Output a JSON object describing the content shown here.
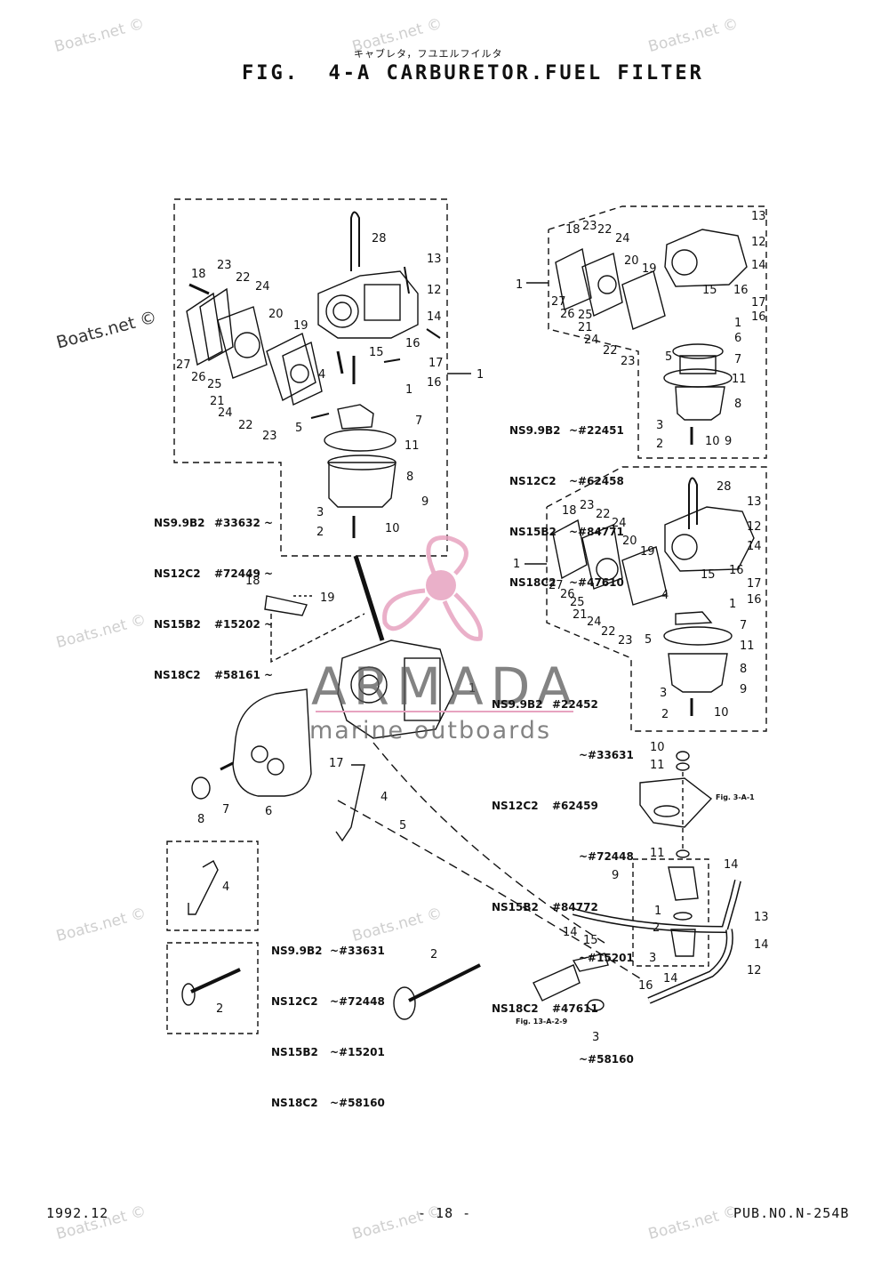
{
  "header": {
    "japanese_title": "キャブレタ，フユエルフイルタ",
    "figure_title": "FIG.  4-A CARBURETOR.FUEL FILTER"
  },
  "watermarks": {
    "text": "Boats.net ©"
  },
  "brand_overlay": {
    "name": "ARMADA",
    "tagline": "marine outboards",
    "logo_color": "#e7a3c0"
  },
  "serial_blocks": {
    "left_middle": [
      {
        "model": "NS9.9B2",
        "serial": "#33632 ~"
      },
      {
        "model": "NS12C2",
        "serial": "#72449 ~"
      },
      {
        "model": "NS15B2",
        "serial": "#15202 ~"
      },
      {
        "model": "NS18C2",
        "serial": "#58161 ~"
      }
    ],
    "right_top": [
      {
        "model": "NS9.9B2",
        "serial": "~#22451"
      },
      {
        "model": "NS12C2",
        "serial": "~#62458"
      },
      {
        "model": "NS15B2",
        "serial": "~#84771"
      },
      {
        "model": "NS18C2",
        "serial": "~#47610"
      }
    ],
    "right_middle": [
      {
        "model": "NS9.9B2",
        "serial": "#22452",
        "serial2": "~#33631"
      },
      {
        "model": "NS12C2",
        "serial": "#62459",
        "serial2": "~#72448"
      },
      {
        "model": "NS15B2",
        "serial": "#84772",
        "serial2": "~#15201"
      },
      {
        "model": "NS18C2",
        "serial": "#47611",
        "serial2": "~#58160"
      }
    ],
    "bottom_left": [
      {
        "model": "NS9.9B2",
        "serial": "~#33631"
      },
      {
        "model": "NS12C2",
        "serial": "~#72448"
      },
      {
        "model": "NS15B2",
        "serial": "~#15201"
      },
      {
        "model": "NS18C2",
        "serial": "~#58160"
      }
    ]
  },
  "references": {
    "fig_3a1": "Fig. 3-A-1",
    "fig_13a2": "Fig. 13-A-2-9"
  },
  "footer": {
    "date": "1992.12",
    "page": "- 18 -",
    "pub": "PUB.NO.N-254B"
  }
}
